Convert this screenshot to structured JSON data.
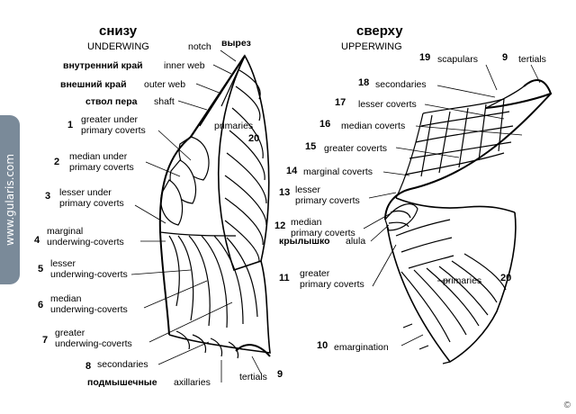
{
  "watermark": "www.gularis.com",
  "copyright": "©",
  "underwing": {
    "title_ru": "снизу",
    "title_en": "UNDERWING",
    "notch_en": "notch",
    "notch_ru": "вырез",
    "inner_web_ru": "внутренний край",
    "inner_web_en": "inner web",
    "outer_web_ru": "внешний край",
    "outer_web_en": "outer web",
    "shaft_ru": "ствол пера",
    "shaft_en": "shaft",
    "primaries": "primaries",
    "primaries_num": "20",
    "items": [
      {
        "num": "1",
        "label": "greater under\nprimary coverts"
      },
      {
        "num": "2",
        "label": "median under\nprimary coverts"
      },
      {
        "num": "3",
        "label": "lesser under\nprimary coverts"
      },
      {
        "num": "4",
        "label": "marginal\nunderwing-coverts"
      },
      {
        "num": "5",
        "label": "lesser\nunderwing-coverts"
      },
      {
        "num": "6",
        "label": "median\nunderwing-coverts"
      },
      {
        "num": "7",
        "label": "greater\nunderwing-coverts"
      },
      {
        "num": "8",
        "label": "secondaries"
      }
    ],
    "axillaries_ru": "подмышечные",
    "axillaries_en": "axillaries",
    "tertials": "tertials",
    "tertials_num": "9"
  },
  "upperwing": {
    "title_ru": "сверху",
    "title_en": "UPPERWING",
    "items": [
      {
        "num": "19",
        "label": "scapulars"
      },
      {
        "num": "9",
        "label": "tertials"
      },
      {
        "num": "18",
        "label": "secondaries"
      },
      {
        "num": "17",
        "label": "lesser coverts"
      },
      {
        "num": "16",
        "label": "median coverts"
      },
      {
        "num": "15",
        "label": "greater coverts"
      },
      {
        "num": "14",
        "label": "marginal coverts"
      },
      {
        "num": "13",
        "label": "lesser\nprimary coverts"
      },
      {
        "num": "12",
        "label": "median\nprimary coverts"
      },
      {
        "num": "11",
        "label": "greater\nprimary coverts"
      },
      {
        "num": "10",
        "label": "emargination"
      }
    ],
    "alula_ru": "крылышко",
    "alula_en": "alula",
    "primaries": "primaries",
    "primaries_num": "20"
  }
}
